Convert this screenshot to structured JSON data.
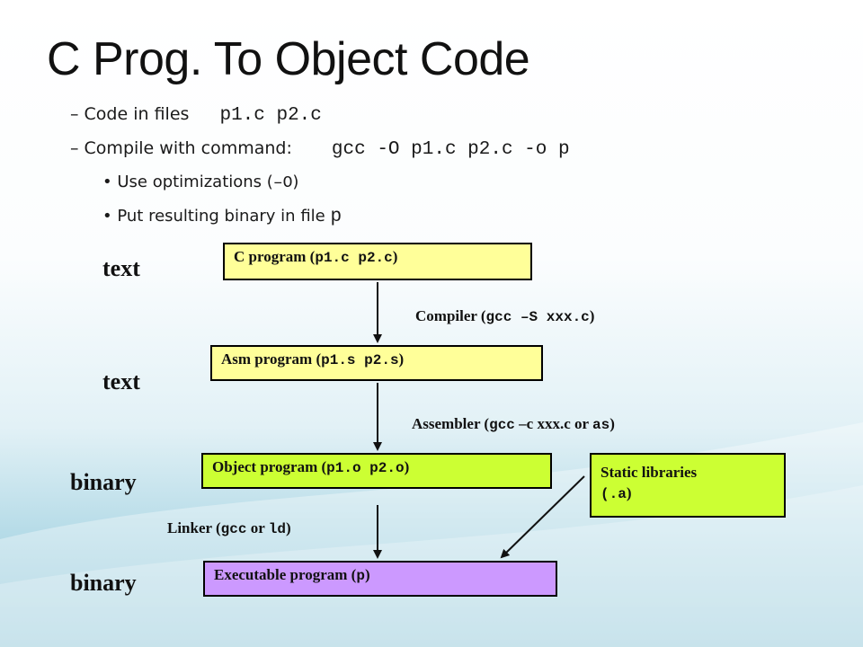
{
  "slide": {
    "title": "C Prog. To Object Code",
    "bullets": {
      "b1_label": "– Code in files",
      "b1_code": "p1.c p2.c",
      "b2_label": "– Compile with command:",
      "b2_code": "gcc -O p1.c p2.c -o p",
      "b3_label": "• Use optimizations (",
      "b3_code": "–O",
      "b3_tail": ")",
      "b4_label": "• Put resulting binary in file",
      "b4_code": "p"
    }
  },
  "diagram": {
    "side_labels": [
      "text",
      "text",
      "binary",
      "binary"
    ],
    "boxes": {
      "c_program": {
        "label": "C program (",
        "code": "p1.c p2.c",
        "tail": ")"
      },
      "asm_program": {
        "label": "Asm program (",
        "code": "p1.s p2.s",
        "tail": ")"
      },
      "object_program": {
        "label": "Object program (",
        "code": "p1.o p2.o",
        "tail": ")"
      },
      "static_libraries": {
        "label": "Static libraries",
        "code": "(.a",
        "tail": ")"
      },
      "executable_program": {
        "label": "Executable program (",
        "code": "p",
        "tail": ")"
      }
    },
    "steps": {
      "compiler": {
        "label": "Compiler (",
        "code": "gcc –S xxx.c",
        "tail": ")"
      },
      "assembler": {
        "label": "Assembler (",
        "code": "gcc",
        "mid": " –c xxx.c or ",
        "code2": "as",
        "tail": ")"
      },
      "linker": {
        "label": "Linker (",
        "code": "gcc",
        "mid": " or ",
        "code2": "ld",
        "tail": ")"
      }
    }
  },
  "colors": {
    "yellow_box": "#ffff99",
    "green_box": "#ccff33",
    "purple_box": "#cc99ff"
  }
}
